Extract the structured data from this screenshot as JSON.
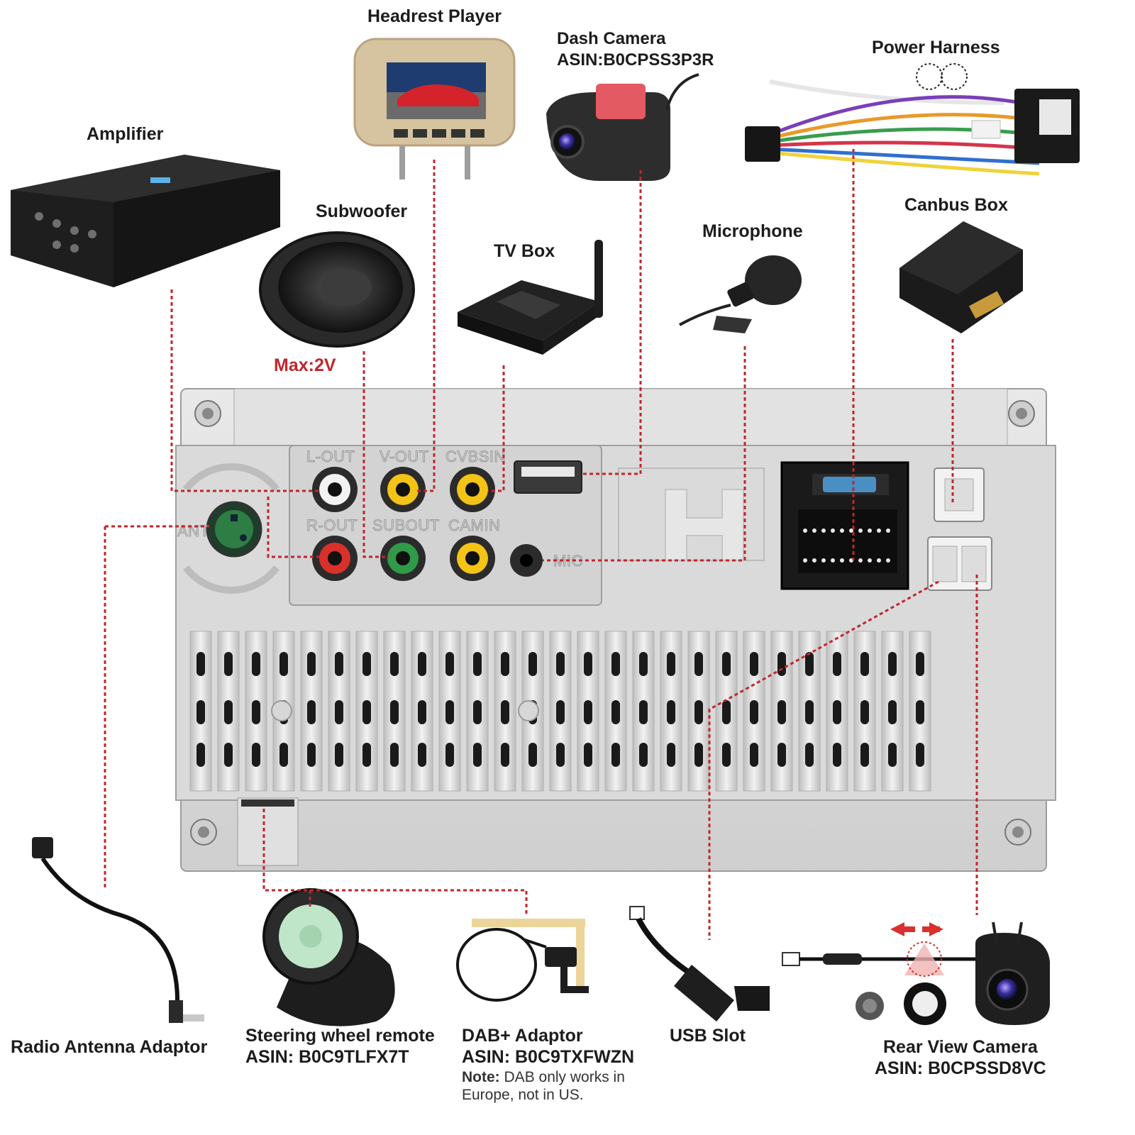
{
  "labels": {
    "headrest_player": "Headrest Player",
    "dash_camera": "Dash Camera",
    "dash_camera_asin": "ASIN:B0CPSS3P3R",
    "power_harness": "Power Harness",
    "amplifier": "Amplifier",
    "subwoofer": "Subwoofer",
    "subwoofer_max": "Max:2V",
    "tv_box": "TV Box",
    "microphone": "Microphone",
    "canbus_box": "Canbus Box",
    "radio_antenna_adaptor": "Radio Antenna Adaptor",
    "steering_wheel_remote": "Steering wheel remote",
    "steering_wheel_remote_asin": "ASIN: B0C9TLFX7T",
    "dab_adaptor": "DAB+ Adaptor",
    "dab_adaptor_asin": "ASIN: B0C9TXFWZN",
    "dab_note_prefix": "Note:",
    "dab_note_text": "DAB only works in Europe, not in US.",
    "usb_slot": "USB Slot",
    "rear_view_camera": "Rear View Camera",
    "rear_view_camera_asin": "ASIN: B0CPSSD8VC"
  },
  "ports": {
    "l_out": "L-OUT",
    "v_out": "V-OUT",
    "cvbsin": "CVBSIN",
    "r_out": "R-OUT",
    "subout": "SUBOUT",
    "camin": "CAMIN",
    "mic": "MIC",
    "ant": "ANT"
  },
  "colors": {
    "connector_line": "#c0262d",
    "rca_white": "#f2f2f2",
    "rca_red": "#d8312b",
    "rca_yellow": "#f3c316",
    "rca_green": "#2f9a47",
    "antenna_green": "#2e7d45"
  }
}
